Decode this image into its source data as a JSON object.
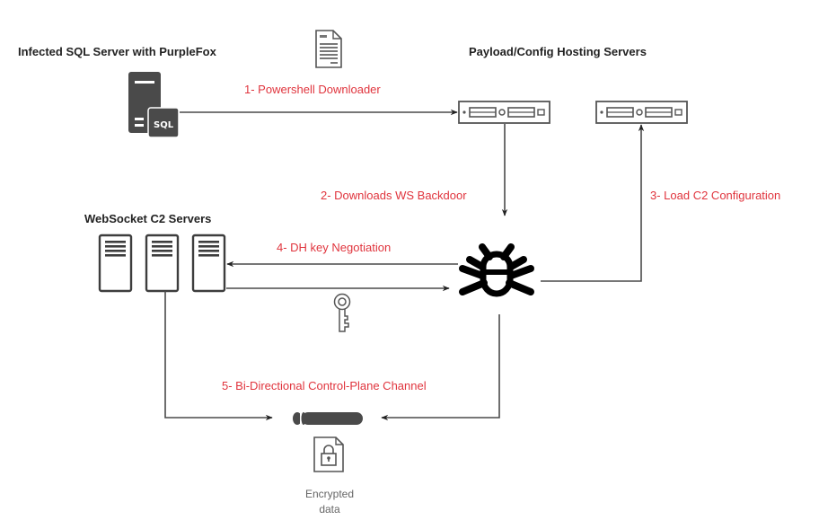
{
  "diagram": {
    "groups": {
      "infected_server": "Infected SQL Server with PurpleFox",
      "hosting_servers": "Payload/Config Hosting Servers",
      "c2_servers": "WebSocket C2 Servers"
    },
    "steps": [
      {
        "id": 1,
        "label": "1- Powershell Downloader"
      },
      {
        "id": 2,
        "label": "2- Downloads WS Backdoor"
      },
      {
        "id": 3,
        "label": "3- Load C2 Configuration"
      },
      {
        "id": 4,
        "label": "4- DH key Negotiation"
      },
      {
        "id": 5,
        "label": "5- Bi-Directional Control-Plane Channel"
      }
    ],
    "icons": {
      "sql_server_badge": "SQL",
      "document": "document-icon",
      "bug": "bug-icon",
      "key": "key-icon",
      "pipe": "pipe-icon",
      "locked_file": "locked-file-icon",
      "rack_server": "rack-server-icon",
      "tower_server": "tower-server-icon"
    },
    "encrypted_caption": {
      "line1": "Encrypted",
      "line2": "data"
    },
    "colors": {
      "step_label": "#e0343d",
      "edge": "#4a4a4a",
      "icon_dark": "#3d3d3d",
      "bug": "#000000"
    }
  }
}
